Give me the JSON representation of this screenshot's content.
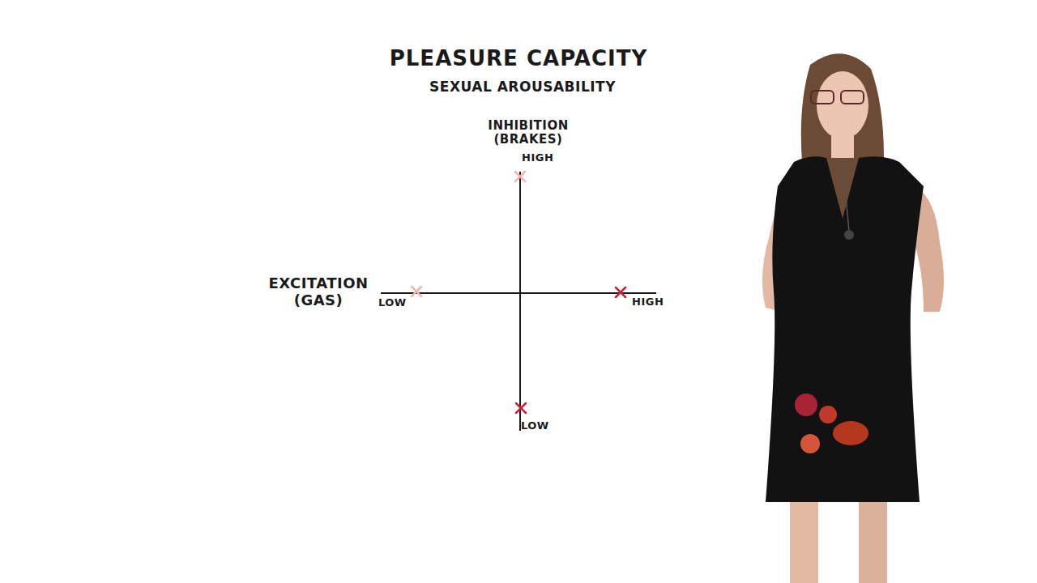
{
  "diagram": {
    "title": "PLEASURE CAPACITY",
    "labels": [
      "SEXUAL AROUSABILITY",
      "INHIBITION (BRAKES)",
      "HIGH",
      "EXCITATION (GAS)",
      "LOW",
      "HIGH",
      "LOW"
    ]
  }
}
